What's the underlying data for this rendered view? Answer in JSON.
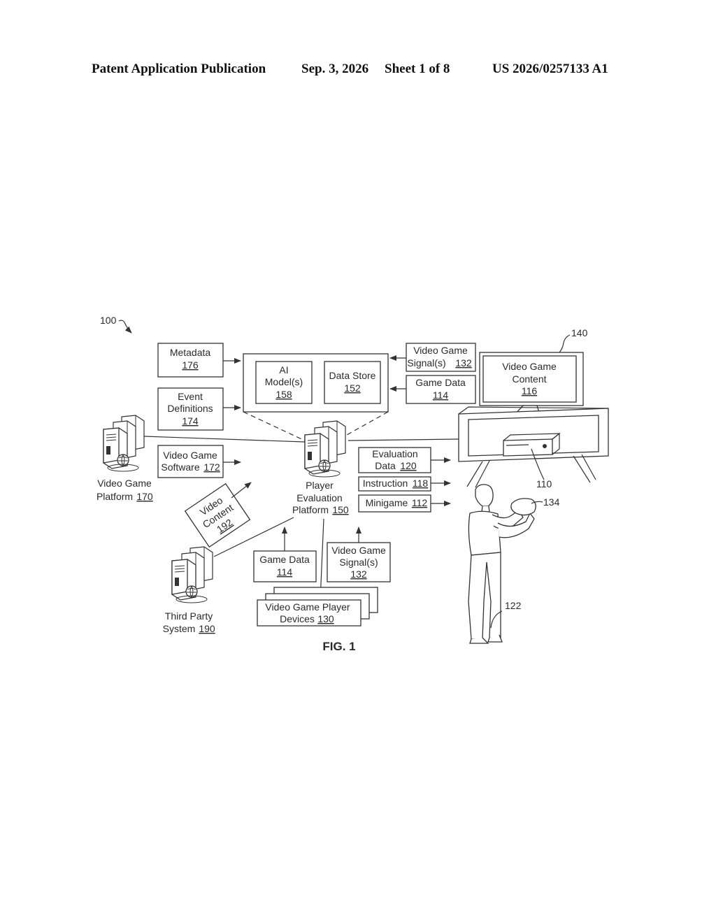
{
  "header": {
    "publication": "Patent Application Publication",
    "date": "Sep. 3, 2026",
    "sheet": "Sheet 1 of 8",
    "number": "US 2026/0257133 A1"
  },
  "figure": {
    "caption": "FIG. 1",
    "system_ref": "100",
    "display_ref": "140",
    "console_ref": "110",
    "controller_ref": "134",
    "player_ref": "122",
    "metadata": {
      "label": "Metadata",
      "ref": "176"
    },
    "event_definitions": {
      "line1": "Event",
      "line2": "Definitions",
      "ref": "174"
    },
    "ai_models": {
      "line1": "AI",
      "line2": "Model(s)",
      "ref": "158"
    },
    "data_store": {
      "label": "Data Store",
      "ref": "152"
    },
    "signals_top": {
      "line1": "Video Game",
      "line2": "Signal(s)",
      "ref": "132"
    },
    "game_data_top": {
      "label": "Game Data",
      "ref": "114"
    },
    "tv_content": {
      "line1": "Video Game",
      "line2": "Content",
      "ref": "116"
    },
    "video_game_platform": {
      "line1": "Video Game",
      "line2": "Platform",
      "ref": "170"
    },
    "video_game_software": {
      "line1": "Video Game",
      "line2": "Software",
      "ref": "172"
    },
    "player_evaluation_platform": {
      "line1": "Player",
      "line2": "Evaluation",
      "line3": "Platform",
      "ref": "150"
    },
    "evaluation_data": {
      "line1": "Evaluation",
      "line2": "Data",
      "ref": "120"
    },
    "instruction": {
      "label": "Instruction",
      "ref": "118"
    },
    "minigame": {
      "label": "Minigame",
      "ref": "112"
    },
    "video_content": {
      "line1": "Video",
      "line2": "Content",
      "ref": "192"
    },
    "third_party_system": {
      "line1": "Third Party",
      "line2": "System",
      "ref": "190"
    },
    "game_data_bottom": {
      "label": "Game Data",
      "ref": "114"
    },
    "signals_bottom": {
      "line1": "Video Game",
      "line2": "Signal(s)",
      "ref": "132"
    },
    "player_devices": {
      "line1": "Video Game Player",
      "line2": "Devices",
      "ref": "130"
    }
  }
}
